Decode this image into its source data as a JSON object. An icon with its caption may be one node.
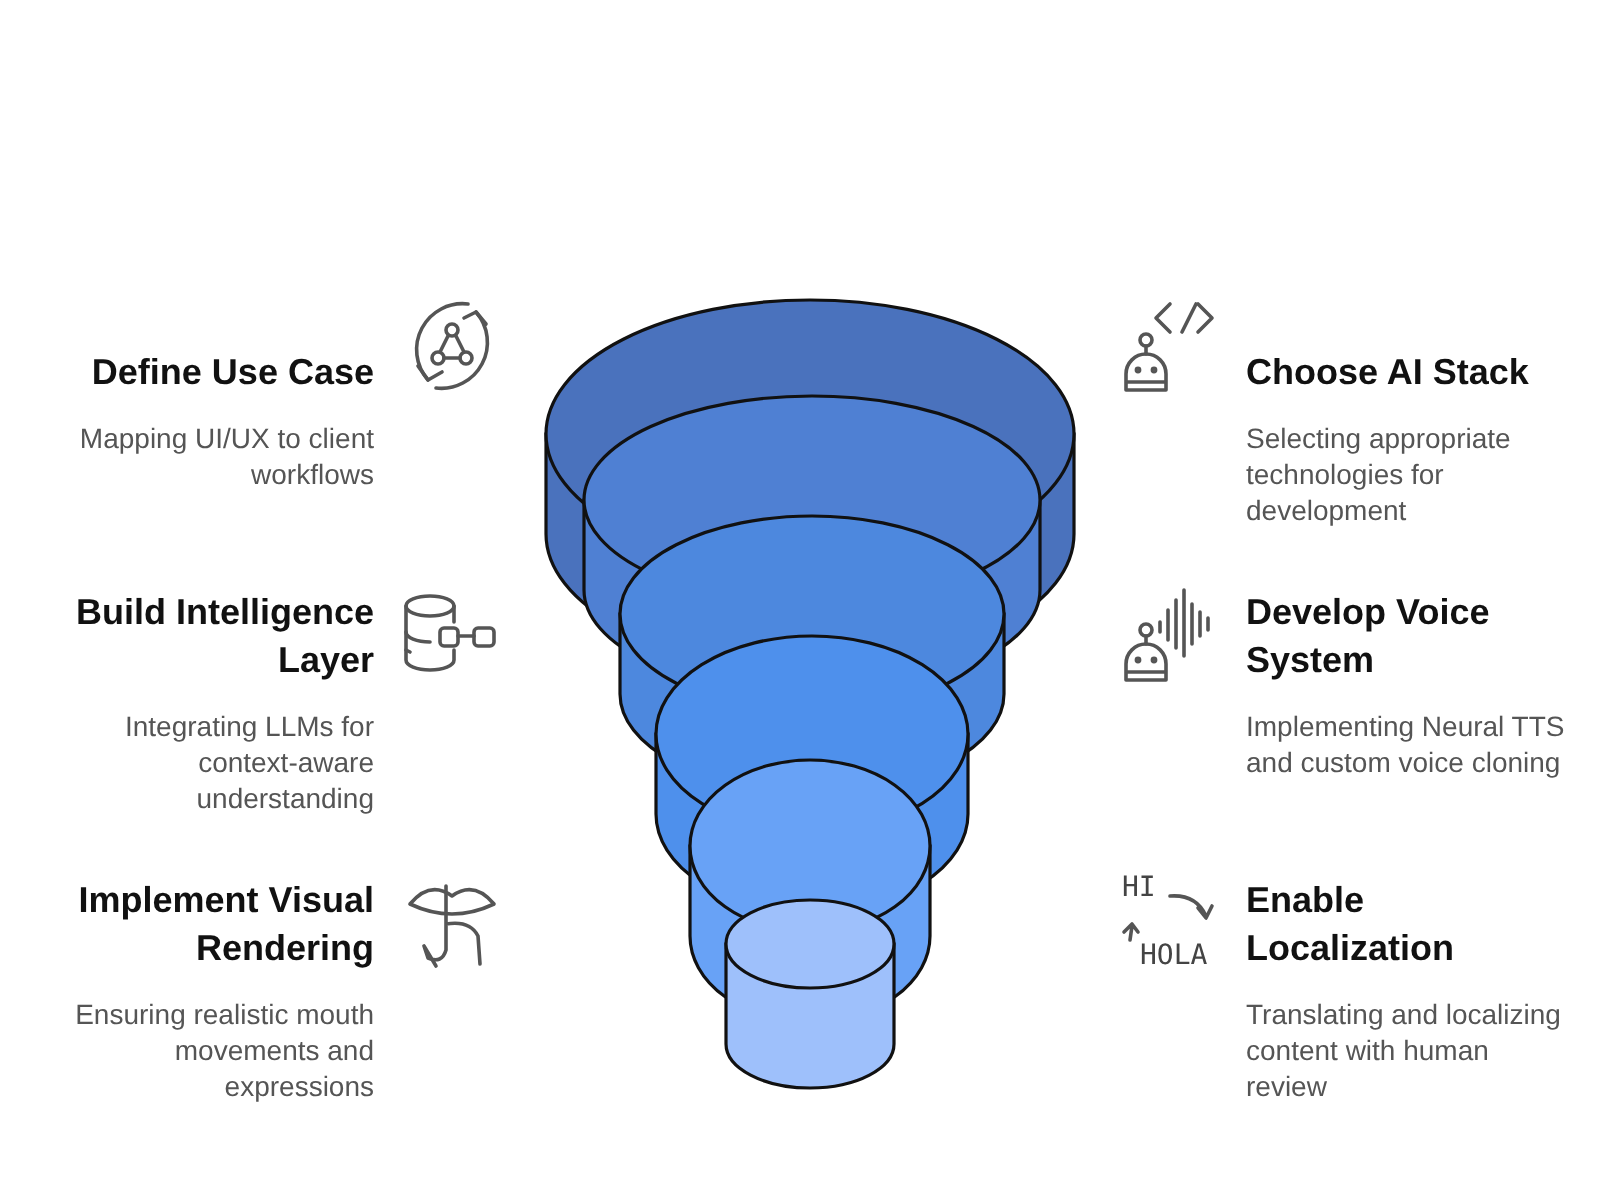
{
  "diagram": {
    "labels": [
      "Define Use Case",
      "Mapping UI/UX to client workflows",
      "Choose AI Stack",
      "Selecting appropriate technologies for development",
      "Build Intelligence Layer",
      "Integrating LLMs for context-aware understanding",
      "Develop Voice System",
      "Implementing Neural TTS and custom voice cloning",
      "Implement Visual Rendering",
      "Ensuring realistic mouth movements and expressions",
      "HI",
      "HOLA",
      "Enable Localization",
      "Translating and localizing content with human review"
    ]
  }
}
